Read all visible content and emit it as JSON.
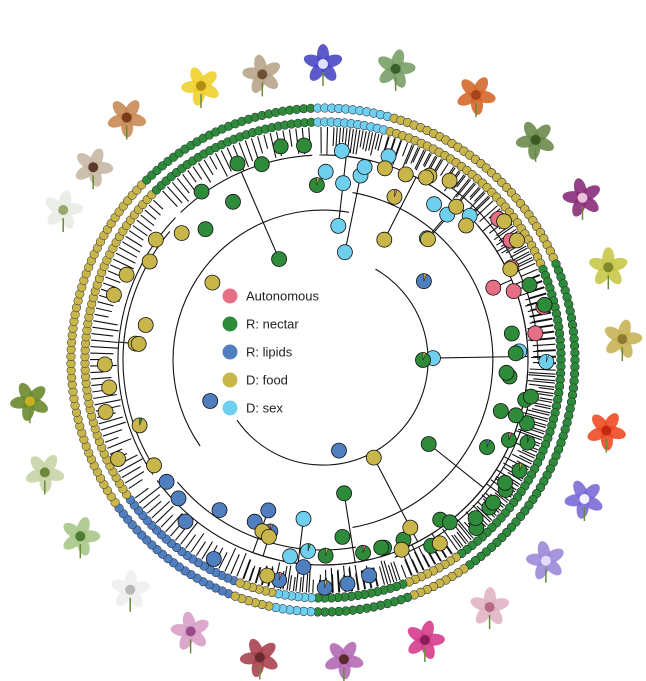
{
  "legend": {
    "items": [
      {
        "label": "Autonomous",
        "color": "#e66f86"
      },
      {
        "label": "R: nectar",
        "color": "#2e8b3a"
      },
      {
        "label": "R: lipids",
        "color": "#4f7fbf"
      },
      {
        "label": "D: food",
        "color": "#c9b64a"
      },
      {
        "label": "D: sex",
        "color": "#6fcfee"
      }
    ]
  },
  "tree": {
    "sectors": [
      {
        "state": "D: sex",
        "from": 272,
        "to": 291
      },
      {
        "state": "D: food",
        "from": 291,
        "to": 303
      },
      {
        "state": "D: sex",
        "from": 303,
        "to": 318
      },
      {
        "state": "Autonomous",
        "from": 318,
        "to": 356
      },
      {
        "state": "D: sex",
        "from": 356,
        "to": 362
      },
      {
        "state": "R: nectar",
        "from": 362,
        "to": 435
      },
      {
        "state": "R: lipids",
        "from": 435,
        "to": 505
      },
      {
        "state": "D: food",
        "from": 505,
        "to": 585
      },
      {
        "state": "R: nectar",
        "from": 585,
        "to": 628
      },
      {
        "state": "D: sex",
        "from": 628,
        "to": 645
      },
      {
        "state": "D: food",
        "from": 645,
        "to": 697
      },
      {
        "state": "R: nectar",
        "from": 697,
        "to": 775
      },
      {
        "state": "D: food",
        "from": 775,
        "to": 790
      },
      {
        "state": "R: nectar",
        "from": 790,
        "to": 812
      },
      {
        "state": "D: sex",
        "from": 812,
        "to": 822
      },
      {
        "state": "D: food",
        "from": 822,
        "to": 832
      }
    ]
  },
  "pictures": [
    {
      "name": "white-orchid-flower-photo",
      "color": "#e8ece4",
      "accent": "#9aa86a",
      "angle": -60,
      "r": 300
    },
    {
      "name": "dark-spider-orchid-flower-photo",
      "color": "#c8b8a4",
      "accent": "#5b3b2b",
      "angle": -50,
      "r": 300
    },
    {
      "name": "reddish-orchid-flower-photo",
      "color": "#c98a55",
      "accent": "#7a3b1c",
      "angle": -39,
      "r": 312
    },
    {
      "name": "yellow-orchid-flower-photo",
      "color": "#f0d02c",
      "accent": "#b38e12",
      "angle": -24,
      "r": 300
    },
    {
      "name": "brown-small-orchid-flower-photo",
      "color": "#b8a58a",
      "accent": "#6d4f34",
      "angle": -12,
      "r": 292
    },
    {
      "name": "blue-orchid-flower-photo",
      "color": "#4a48c4",
      "accent": "#e0e0ff",
      "angle": 0,
      "r": 296
    },
    {
      "name": "green-hooded-orchid-flower-photo",
      "color": "#7aa068",
      "accent": "#3c5e2d",
      "angle": 14,
      "r": 300
    },
    {
      "name": "orange-spike-orchid-photo",
      "color": "#d5682c",
      "accent": "#a8431a",
      "angle": 30,
      "r": 306
    },
    {
      "name": "green-stem-orchid-photo",
      "color": "#6b8a4c",
      "accent": "#3d5a24",
      "angle": 44,
      "r": 306
    },
    {
      "name": "purple-small-orchid-photo",
      "color": "#8a2c7a",
      "accent": "#e8c0dc",
      "angle": 58,
      "r": 306
    },
    {
      "name": "yellow-green-orchid-flower-photo",
      "color": "#c8c84a",
      "accent": "#7e8a2a",
      "angle": 72,
      "r": 300
    },
    {
      "name": "yellow-spike-orchid-photo",
      "color": "#c8b458",
      "accent": "#8c7a30",
      "angle": 86,
      "r": 300
    },
    {
      "name": "red-orange-orchid-flower-photo",
      "color": "#f04a24",
      "accent": "#c02a10",
      "angle": 104,
      "r": 292
    },
    {
      "name": "blue-white-orchid-flower-photo",
      "color": "#7a6cd6",
      "accent": "#f4f2ff",
      "angle": 118,
      "r": 296
    },
    {
      "name": "lilac-orchid-flower-photo",
      "color": "#9c8ad8",
      "accent": "#e4dcfa",
      "angle": 132,
      "r": 300
    },
    {
      "name": "pale-pink-orchid-flower-photo",
      "color": "#e0b4c4",
      "accent": "#b46a82",
      "angle": 146,
      "r": 298
    },
    {
      "name": "magenta-orchid-flower-photo",
      "color": "#d63c8c",
      "accent": "#8c1c5a",
      "angle": 160,
      "r": 298
    },
    {
      "name": "bee-orchid-flower-photo",
      "color": "#b46ab4",
      "accent": "#5a2c2c",
      "angle": 176,
      "r": 300
    },
    {
      "name": "red-spike-orchid-photo",
      "color": "#a84250",
      "accent": "#6a2a30",
      "angle": 192,
      "r": 304
    },
    {
      "name": "pink-orchid-flower-photo",
      "color": "#d8a0c8",
      "accent": "#9a4c8a",
      "angle": 206,
      "r": 302
    },
    {
      "name": "white-fringed-orchid-flower-photo",
      "color": "#eeeeee",
      "accent": "#b8b8b8",
      "angle": 220,
      "r": 300
    },
    {
      "name": "green-small-orchid-flower-photo",
      "color": "#a8c88a",
      "accent": "#4e7a34",
      "angle": 234,
      "r": 300
    },
    {
      "name": "green-white-spike-orchid-photo",
      "color": "#c8d4a8",
      "accent": "#6a8a3a",
      "angle": 248,
      "r": 300
    },
    {
      "name": "green-helmet-orchid-flower-photo",
      "color": "#6a8a2c",
      "accent": "#c8b020",
      "angle": 262,
      "r": 296
    }
  ]
}
